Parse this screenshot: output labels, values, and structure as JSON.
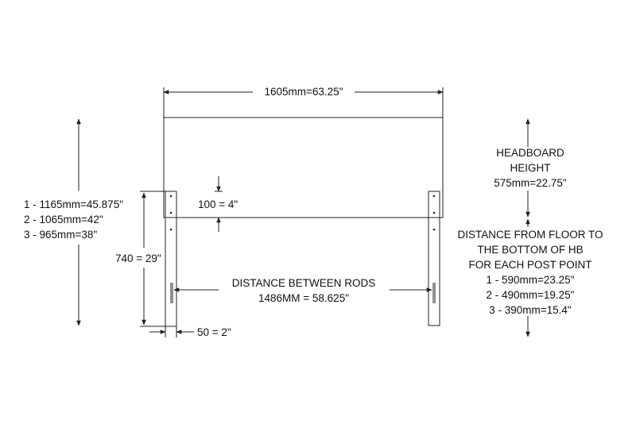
{
  "dimensions": {
    "headboard_width": "1605mm=63.25\"",
    "overall_heights": [
      "1 - 1165mm=45.875\"",
      "2 - 1065mm=42\"",
      "3 - 965mm=38\""
    ],
    "post_height": "740 = 29\"",
    "top_offset": "100 = 4\"",
    "post_width": "50 = 2\"",
    "rod_distance_title": "DISTANCE BETWEEN RODS",
    "rod_distance_value": "1486MM = 58.625\"",
    "headboard_height_title": [
      "HEADBOARD",
      "HEIGHT"
    ],
    "headboard_height_value": "575mm=22.75\"",
    "floor_distance_title": [
      "DISTANCE FROM FLOOR TO",
      "THE BOTTOM OF HB",
      "FOR EACH POST POINT"
    ],
    "floor_distances": [
      "1 - 590mm=23.25\"",
      "2 - 490mm=19.25\"",
      "3 - 390mm=15.4\""
    ]
  },
  "colors": {
    "line": "#222222",
    "text": "#111111",
    "background": "#ffffff"
  }
}
